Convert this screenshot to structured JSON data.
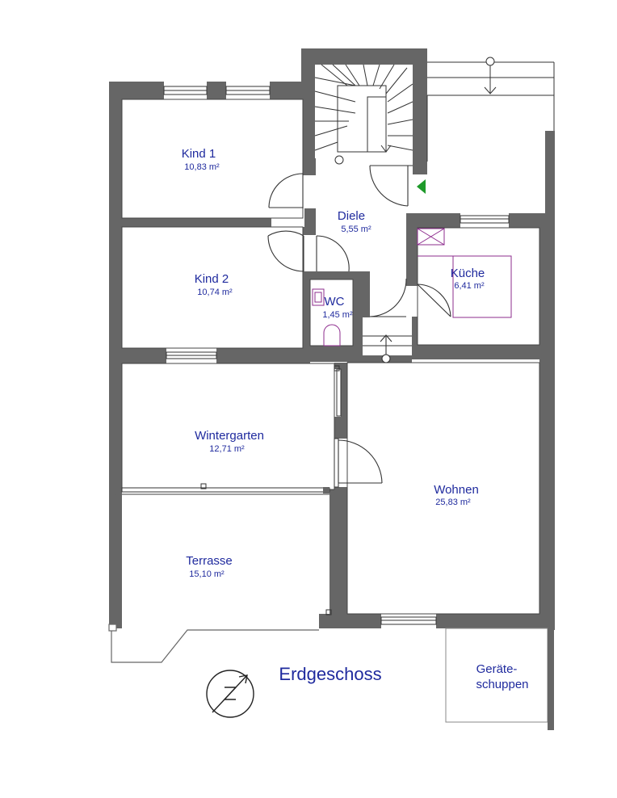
{
  "plan": {
    "title": "Erdgeschoss",
    "colors": {
      "wall": "#666666",
      "text": "#1f2a9e",
      "kitchen": "#8e2c8e",
      "entrance_marker": "#1e9a2a"
    },
    "rooms": {
      "kind1": {
        "name": "Kind 1",
        "area": "10,83 m²"
      },
      "kind2": {
        "name": "Kind 2",
        "area": "10,74 m²"
      },
      "diele": {
        "name": "Diele",
        "area": "5,55 m²"
      },
      "wc": {
        "name": "WC",
        "area": "1,45 m²"
      },
      "kueche": {
        "name": "Küche",
        "area": "6,41 m²"
      },
      "wintergarten": {
        "name": "Wintergarten",
        "area": "12,71 m²"
      },
      "wohnen": {
        "name": "Wohnen",
        "area": "25,83 m²"
      },
      "terrasse": {
        "name": "Terrasse",
        "area": "15,10 m²"
      }
    },
    "shed": {
      "line1": "Geräte-",
      "line2": "schuppen"
    },
    "north_arrow_icon": "north-arrow-icon"
  }
}
